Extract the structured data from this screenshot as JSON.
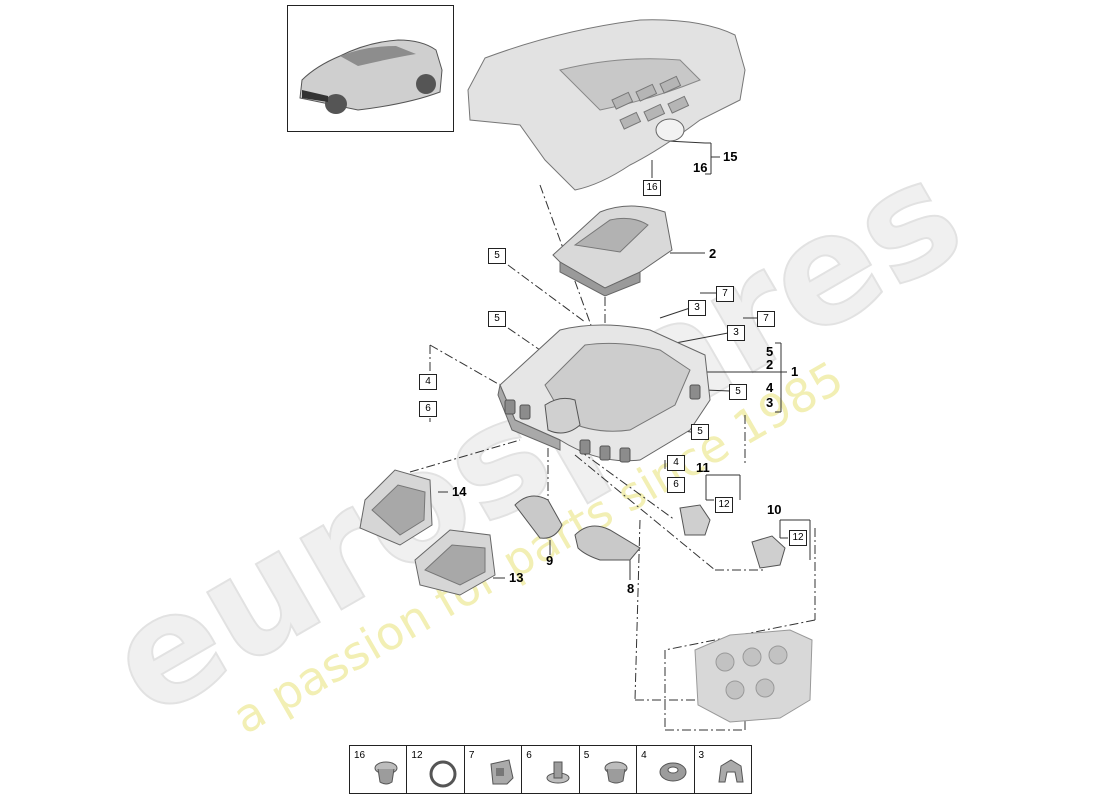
{
  "watermark": {
    "brand": "eurospares",
    "tagline": "a passion for parts since 1985"
  },
  "callouts": [
    {
      "id": "c15",
      "text": "15"
    },
    {
      "id": "c16",
      "text": "16"
    },
    {
      "id": "c2",
      "text": "2"
    },
    {
      "id": "c1",
      "text": "1"
    },
    {
      "id": "c5s",
      "text": "5"
    },
    {
      "id": "c2s",
      "text": "2"
    },
    {
      "id": "c4s",
      "text": "4"
    },
    {
      "id": "c3s",
      "text": "3"
    },
    {
      "id": "c11",
      "text": "11"
    },
    {
      "id": "c10",
      "text": "10"
    },
    {
      "id": "c14",
      "text": "14"
    },
    {
      "id": "c13",
      "text": "13"
    },
    {
      "id": "c9",
      "text": "9"
    },
    {
      "id": "c8",
      "text": "8"
    }
  ],
  "boxed_refs": [
    {
      "id": "b16",
      "text": "16"
    },
    {
      "id": "b5a",
      "text": "5"
    },
    {
      "id": "b3a",
      "text": "3"
    },
    {
      "id": "b7a",
      "text": "7"
    },
    {
      "id": "b5b",
      "text": "5"
    },
    {
      "id": "b3b",
      "text": "3"
    },
    {
      "id": "b7b",
      "text": "7"
    },
    {
      "id": "b4a",
      "text": "4"
    },
    {
      "id": "b6a",
      "text": "6"
    },
    {
      "id": "b5c",
      "text": "5"
    },
    {
      "id": "b5d",
      "text": "5"
    },
    {
      "id": "b4b",
      "text": "4"
    },
    {
      "id": "b6b",
      "text": "6"
    },
    {
      "id": "b12a",
      "text": "12"
    },
    {
      "id": "b12b",
      "text": "12"
    }
  ],
  "legend": [
    {
      "ref": "16",
      "icon": "grommet-icon"
    },
    {
      "ref": "12",
      "icon": "o-ring-icon"
    },
    {
      "ref": "7",
      "icon": "clip-nut-icon"
    },
    {
      "ref": "6",
      "icon": "push-rivet-icon"
    },
    {
      "ref": "5",
      "icon": "rubber-bushing-icon"
    },
    {
      "ref": "4",
      "icon": "damper-ring-icon"
    },
    {
      "ref": "3",
      "icon": "spring-clip-icon"
    }
  ]
}
